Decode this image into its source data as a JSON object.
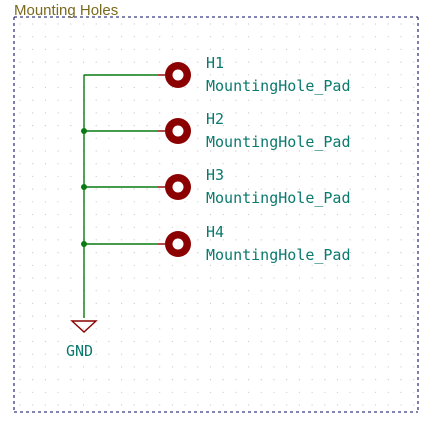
{
  "sheet": {
    "title": "Mounting Holes"
  },
  "symbols": [
    {
      "ref": "H1",
      "value": "MountingHole_Pad"
    },
    {
      "ref": "H2",
      "value": "MountingHole_Pad"
    },
    {
      "ref": "H3",
      "value": "MountingHole_Pad"
    },
    {
      "ref": "H4",
      "value": "MountingHole_Pad"
    }
  ],
  "power": {
    "label": "GND"
  },
  "colors": {
    "wire": "#0a7a12",
    "pad": "#8b0000",
    "text": "#0b7a6e",
    "border": "#3a3a80",
    "title": "#7a6a1e",
    "grid": "#c8c8c8"
  }
}
